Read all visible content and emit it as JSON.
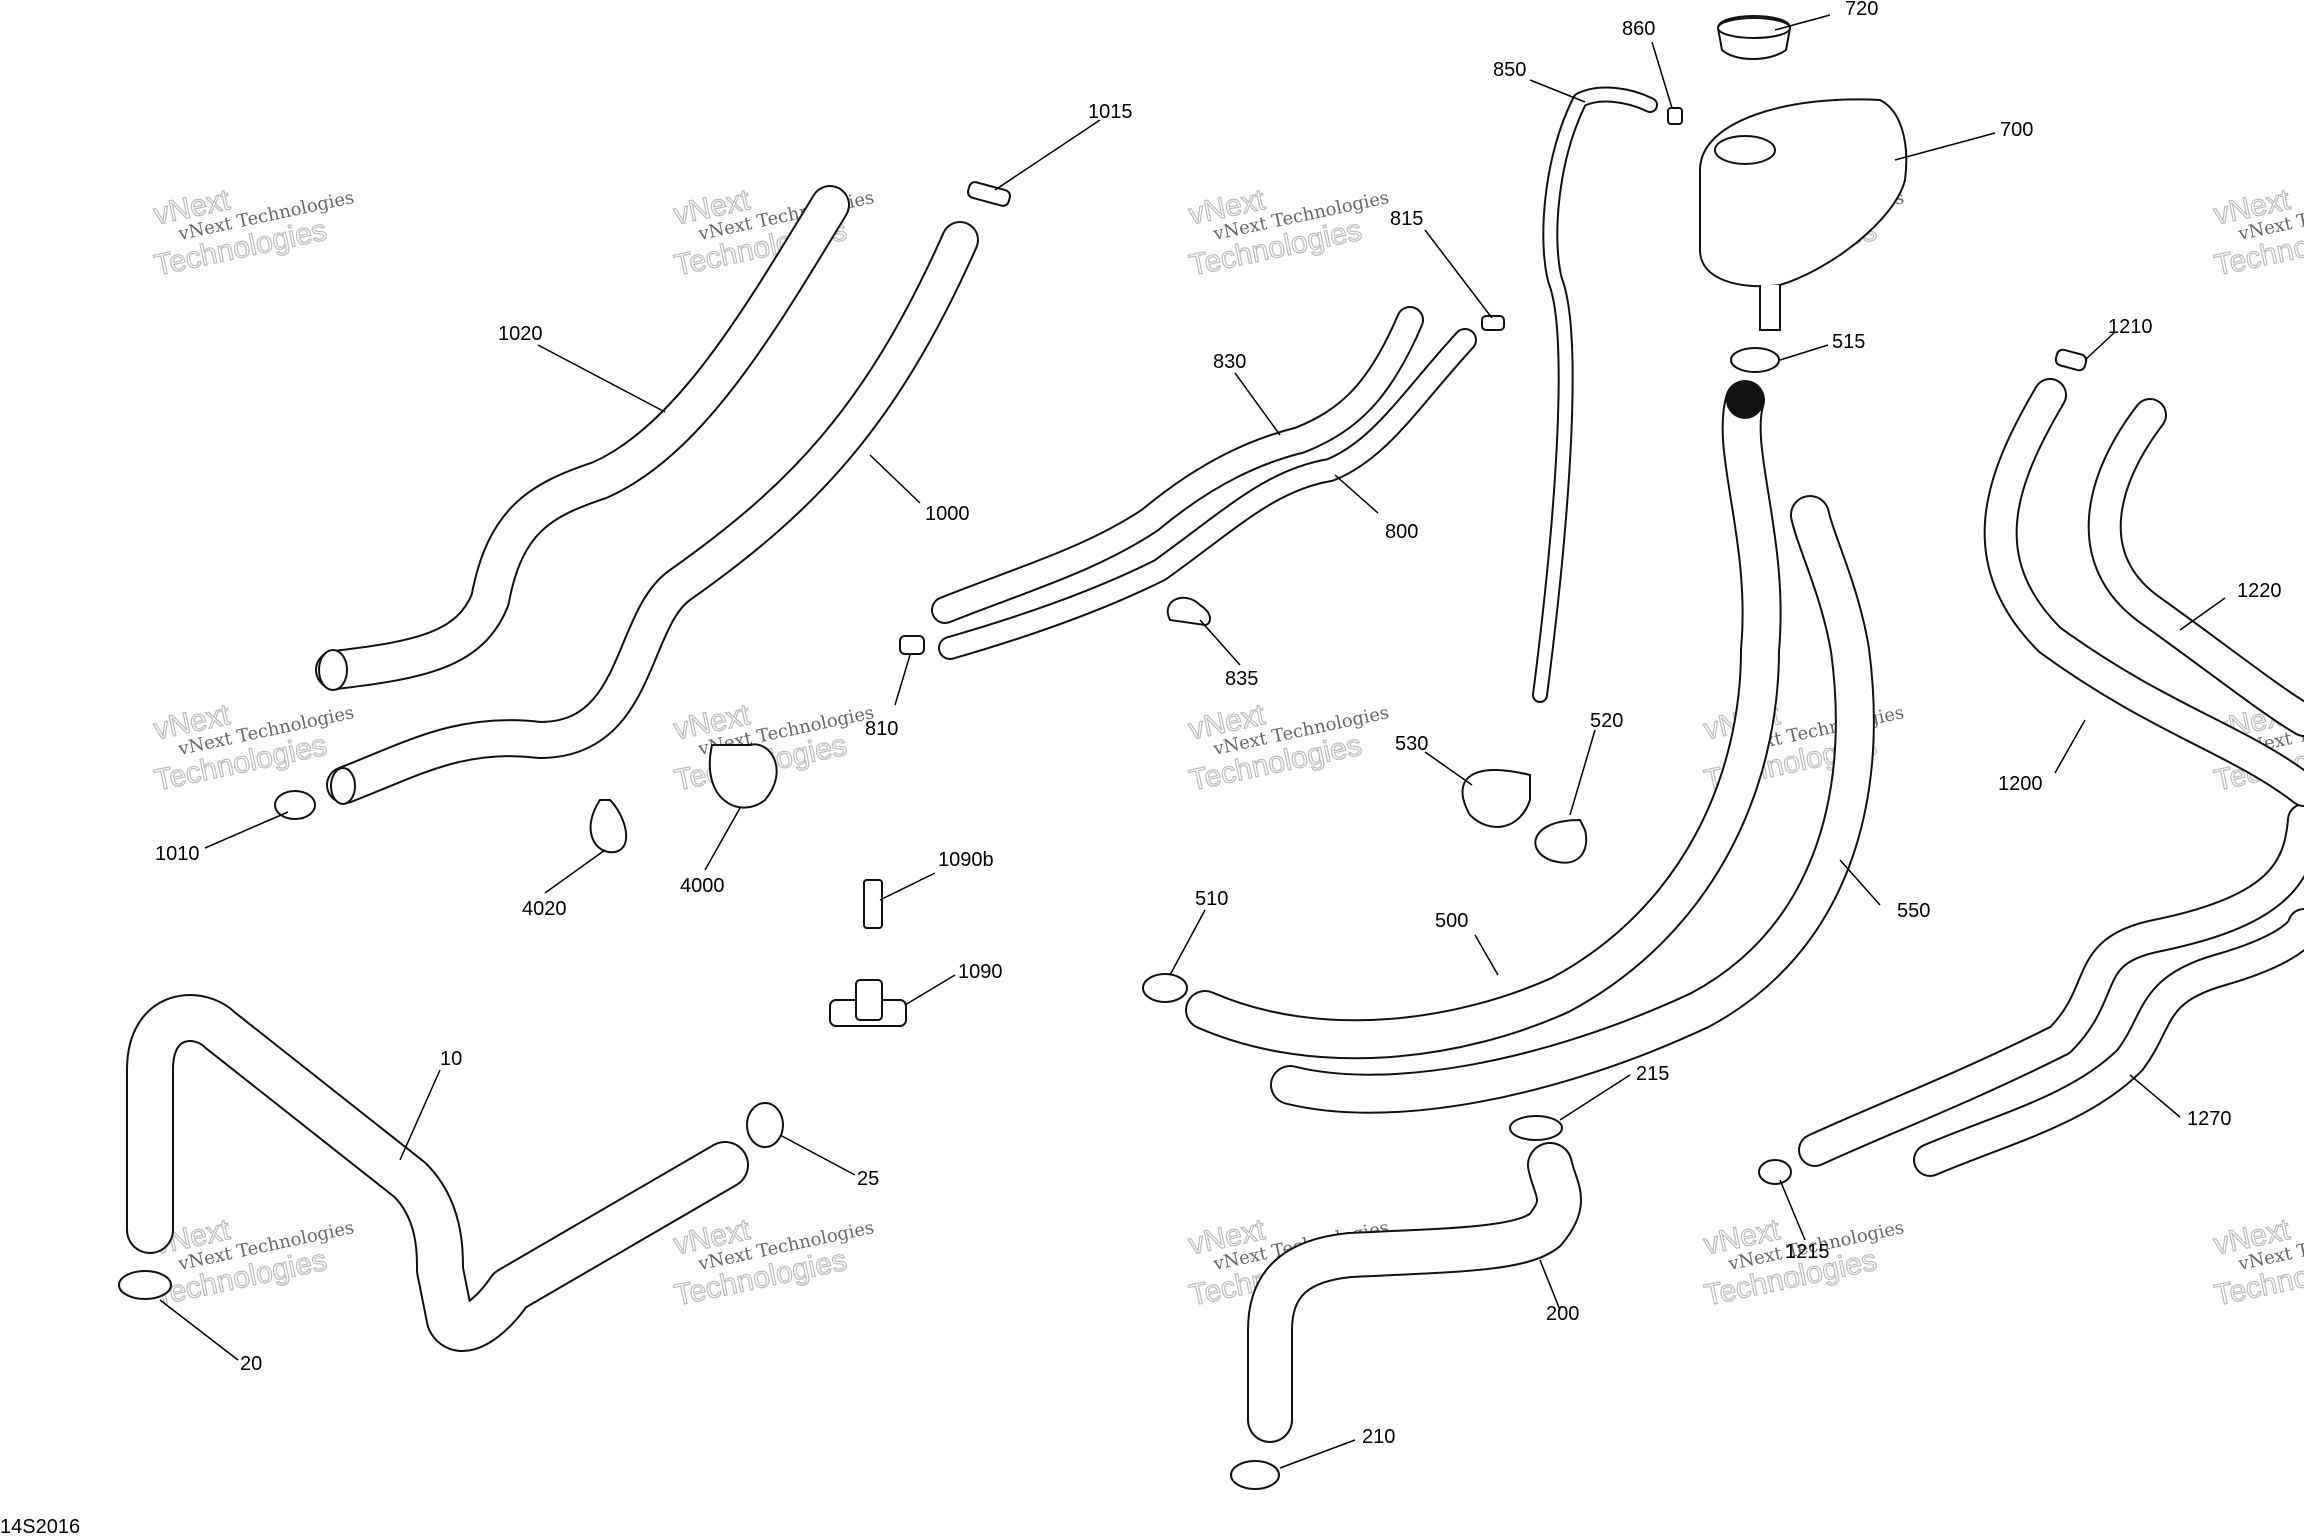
{
  "diagram": {
    "document_id": "14S2016",
    "watermark": {
      "line1": "vNext Technologies",
      "line2": "vNext",
      "line3": "Technologies"
    },
    "callouts": {
      "p720": "720",
      "p860": "860",
      "p850": "850",
      "p700": "700",
      "p1015": "1015",
      "p815": "815",
      "p1020": "1020",
      "p830": "830",
      "p515": "515",
      "p1210": "1210",
      "p1000": "1000",
      "p800": "800",
      "p1220": "1220",
      "p835": "835",
      "p810": "810",
      "p520": "520",
      "p530": "530",
      "p1200": "1200",
      "p1010": "1010",
      "p4000": "4000",
      "p4020": "4020",
      "p1090b": "1090b",
      "p510": "510",
      "p500": "500",
      "p550": "550",
      "p1090": "1090",
      "p10": "10",
      "p215": "215",
      "p1270": "1270",
      "p25": "25",
      "p1215": "1215",
      "p200": "200",
      "p20": "20",
      "p210": "210"
    }
  }
}
